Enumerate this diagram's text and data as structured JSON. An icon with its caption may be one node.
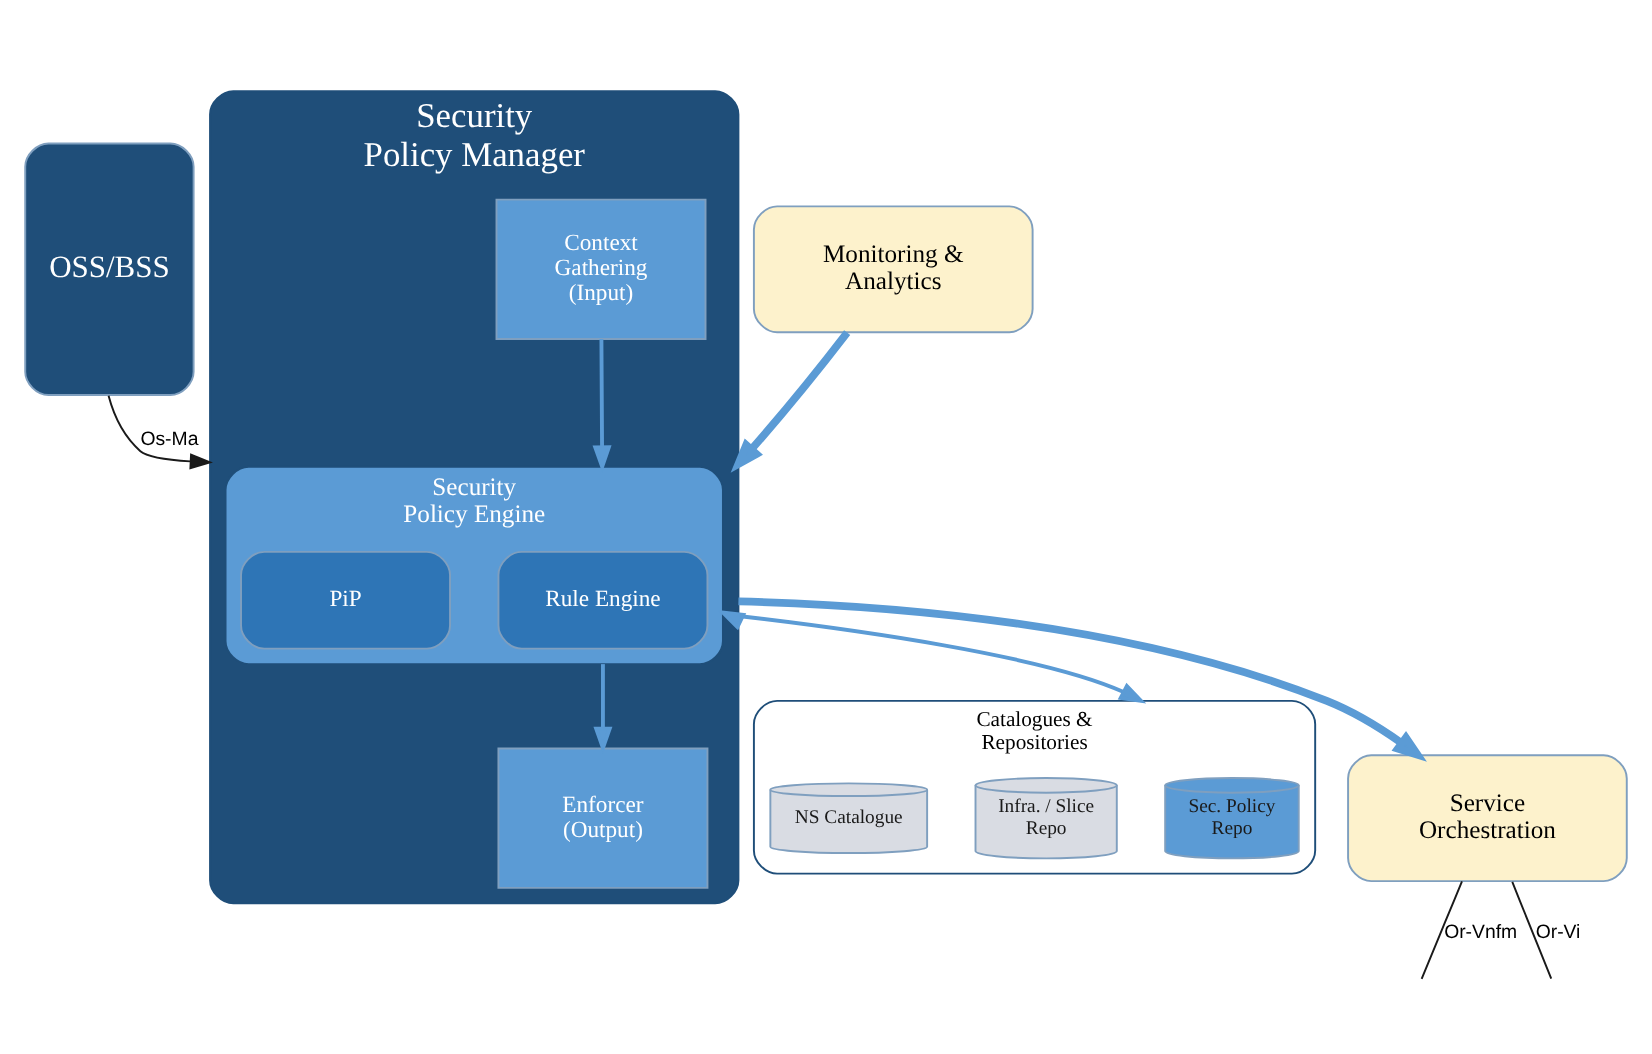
{
  "diagram": {
    "nodes": [
      {
        "text": [
          "OSS/BSS"
        ]
      },
      {
        "text": [
          "Security Policy Manager"
        ]
      },
      {
        "text": [
          "Security Policy Engine"
        ],
        "in": 1
      },
      {
        "text": [
          "Rule Engine"
        ],
        "in": 2
      },
      {
        "text": [
          "PiP"
        ],
        "in": 2
      },
      {
        "text": [
          "Context Gathering (Input)"
        ],
        "in": 1
      },
      {
        "text": [
          "Enforcer (Output)"
        ],
        "in": 1
      },
      {
        "text": [
          "Catalogues & Repositories"
        ]
      },
      {
        "text": [
          "Sec. Policy Repo"
        ],
        "in": 7
      },
      {
        "text": [
          "Infra. / Slice Repo"
        ],
        "in": 7
      },
      {
        "text": [
          "NS Catalogue"
        ],
        "in": 7
      },
      {
        "text": [
          "Monitoring & Analytics"
        ]
      },
      {
        "text": [
          "Service Orchestration"
        ]
      }
    ],
    "edges": [
      {
        "from": 0,
        "to": 1,
        "arrow": "to",
        "label": "Os-Ma",
        "color": "#1a1a1a"
      },
      {
        "from": 5,
        "to": 2,
        "arrow": "to"
      },
      {
        "from": 2,
        "to": 6,
        "arrow": "to"
      },
      {
        "from": 2,
        "to": 7,
        "arrow": "both"
      },
      {
        "from": 11,
        "to": 1,
        "arrow": "to",
        "style": "thick"
      },
      {
        "from": 1,
        "to": 12,
        "arrow": "to",
        "style": "thick"
      },
      {
        "from": 12,
        "to": null,
        "arrow": "none",
        "label": "Or-Vnfm",
        "color": "#1a1a1a"
      },
      {
        "from": 12,
        "to": null,
        "arrow": "none",
        "label": "Or-Vi",
        "color": "#1a1a1a"
      }
    ]
  }
}
